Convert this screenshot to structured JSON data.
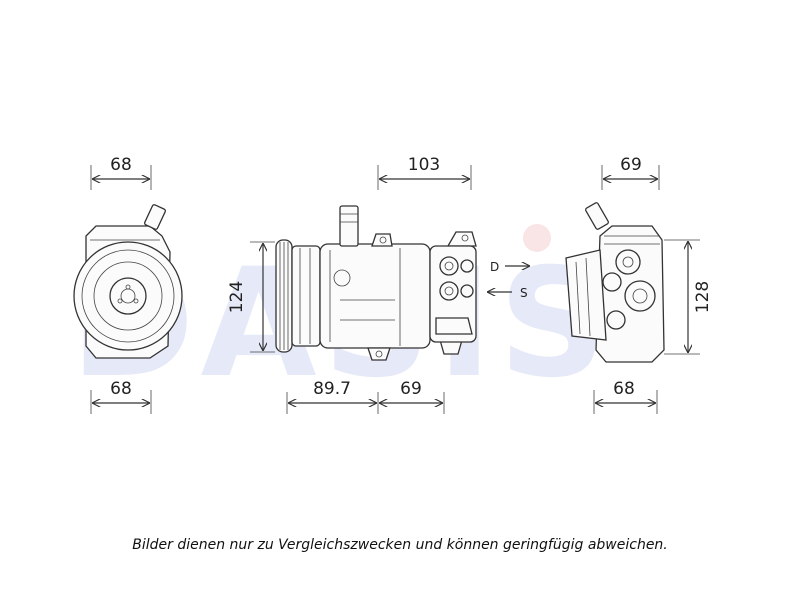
{
  "watermark": {
    "text": "DASIS",
    "color": "#1f3fa8",
    "accent": "#d81e2a"
  },
  "views": {
    "front": {
      "dim_top": "68",
      "dim_bottom": "68"
    },
    "side": {
      "dim_top": "103",
      "dim_left": "124",
      "dim_bottom_left": "89.7",
      "dim_bottom_right": "69",
      "port_discharge": "D",
      "port_suction": "S"
    },
    "rear": {
      "dim_top": "69",
      "dim_right": "128",
      "dim_bottom": "68"
    }
  },
  "disclaimer": "Bilder dienen nur zu Vergleichszwecken und können geringfügig abweichen."
}
